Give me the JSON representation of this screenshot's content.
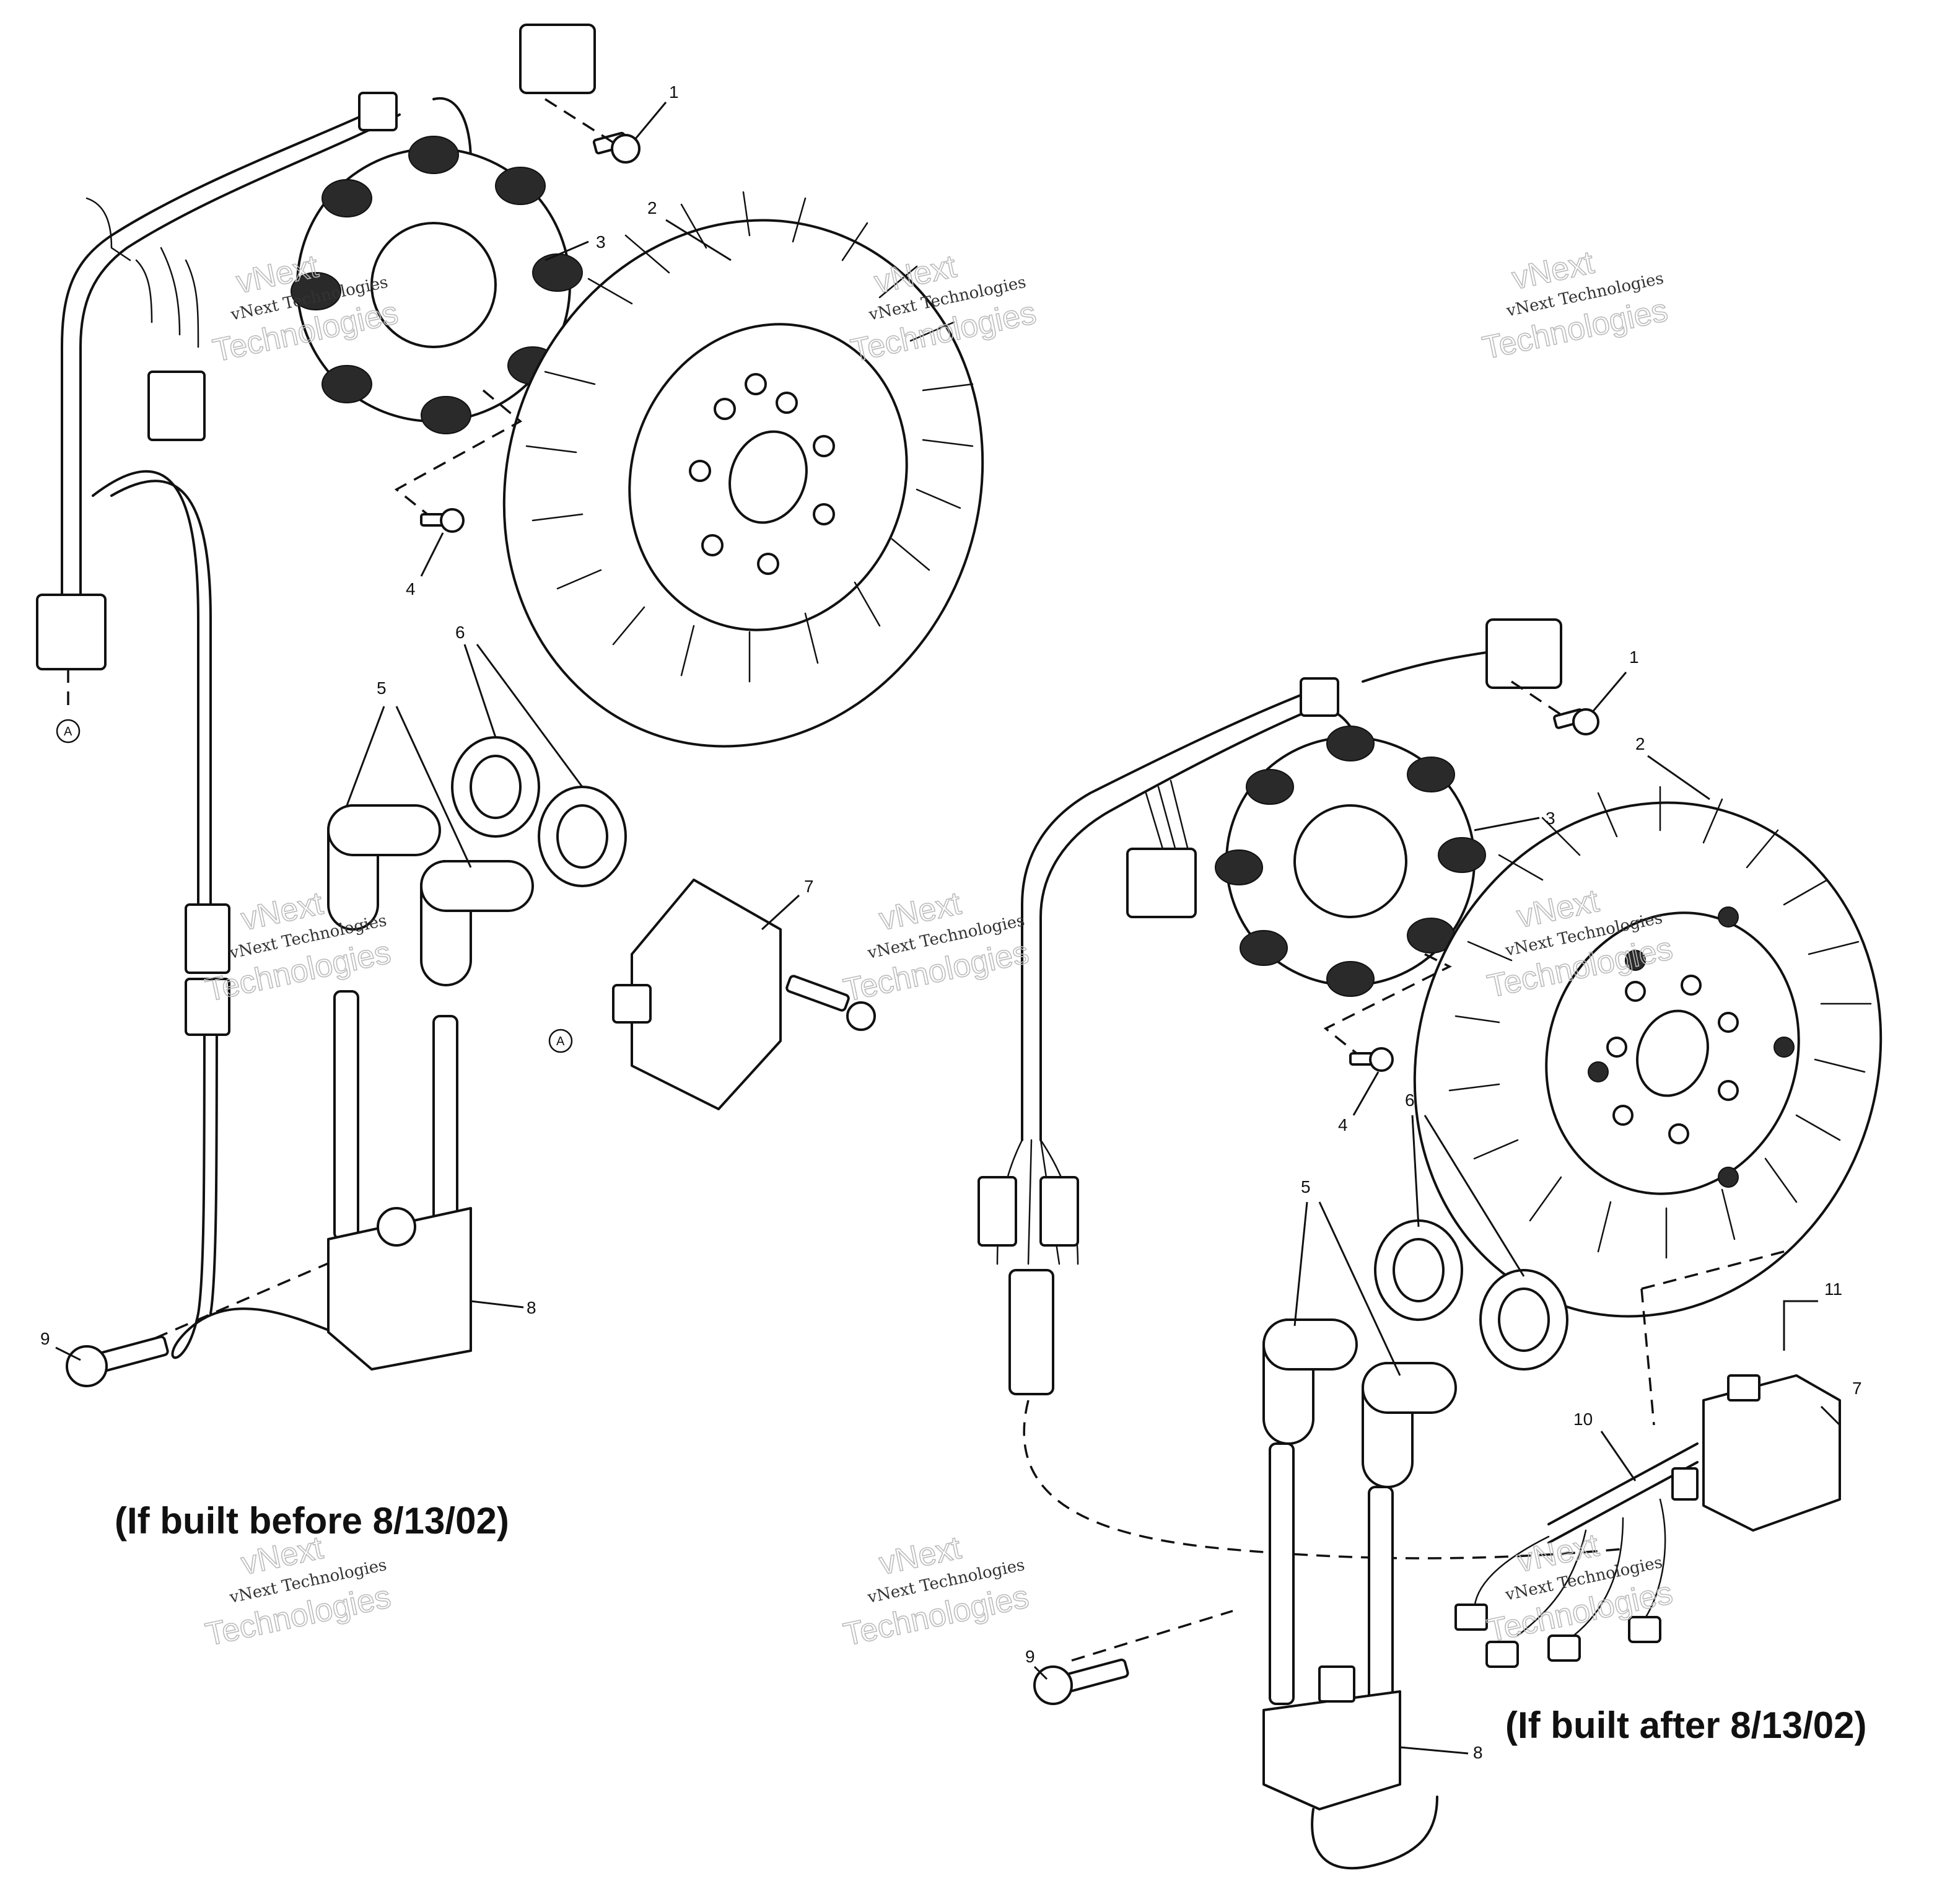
{
  "callouts": {
    "left": {
      "n1": "1",
      "n2": "2",
      "n3": "3",
      "n4": "4",
      "n5": "5",
      "n6": "6",
      "n7": "7",
      "n8": "8",
      "n9": "9"
    },
    "right": {
      "n1": "1",
      "n2": "2",
      "n3": "3",
      "n4": "4",
      "n5": "5",
      "n6": "6",
      "n7": "7",
      "n8": "8",
      "n9": "9",
      "n10": "10",
      "n11": "11"
    }
  },
  "markers": {
    "a_top": "A",
    "a_mid": "A"
  },
  "captions": {
    "before": "(If built before 8/13/02)",
    "after": "(If built after 8/13/02)"
  },
  "watermark": {
    "line": "vNext Technologies",
    "big_top": "vNext",
    "big_bottom": "Technologies"
  }
}
